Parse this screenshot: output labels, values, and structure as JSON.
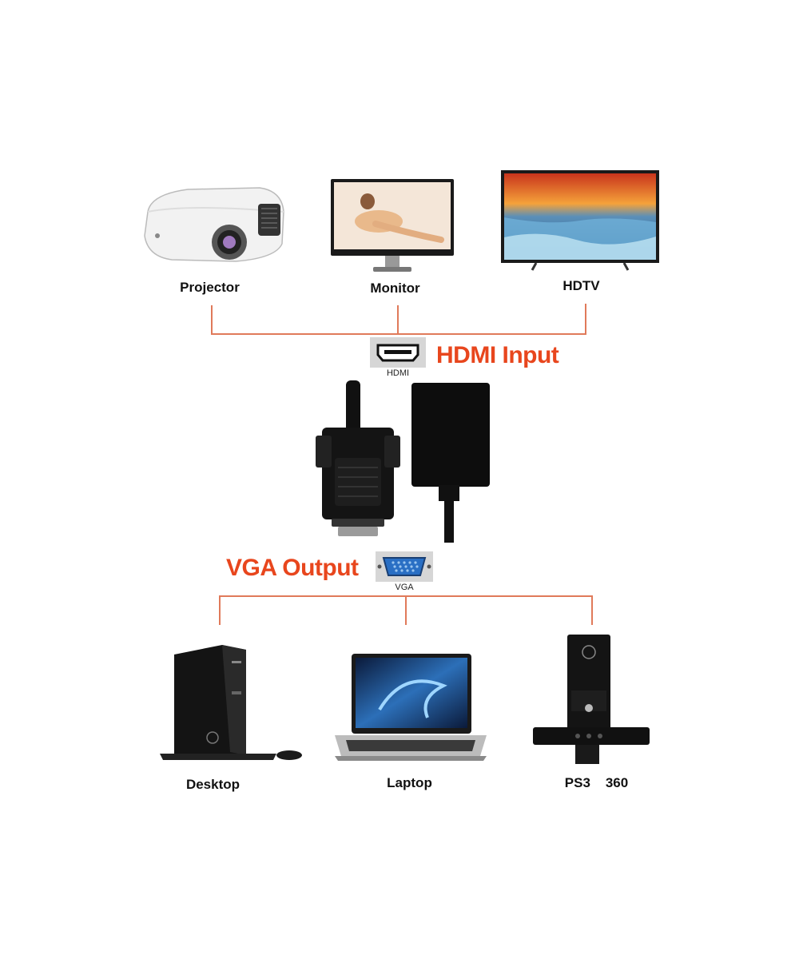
{
  "colors": {
    "accent": "#e8461d",
    "line": "#e07a5a",
    "device": "#111111"
  },
  "input": {
    "title": "HDMI Input",
    "port_label": "HDMI",
    "devices": [
      {
        "label": "Projector",
        "icon": "projector-icon"
      },
      {
        "label": "Monitor",
        "icon": "monitor-icon"
      },
      {
        "label": "HDTV",
        "icon": "hdtv-icon"
      }
    ]
  },
  "output": {
    "title": "VGA Output",
    "port_label": "VGA",
    "devices": [
      {
        "label": "Desktop",
        "icon": "desktop-icon"
      },
      {
        "label": "Laptop",
        "icon": "laptop-icon"
      },
      {
        "label": "PS3    360",
        "icon": "console-icon"
      }
    ]
  },
  "adapter": {
    "icon": "hdmi-to-vga-adapter-icon"
  }
}
